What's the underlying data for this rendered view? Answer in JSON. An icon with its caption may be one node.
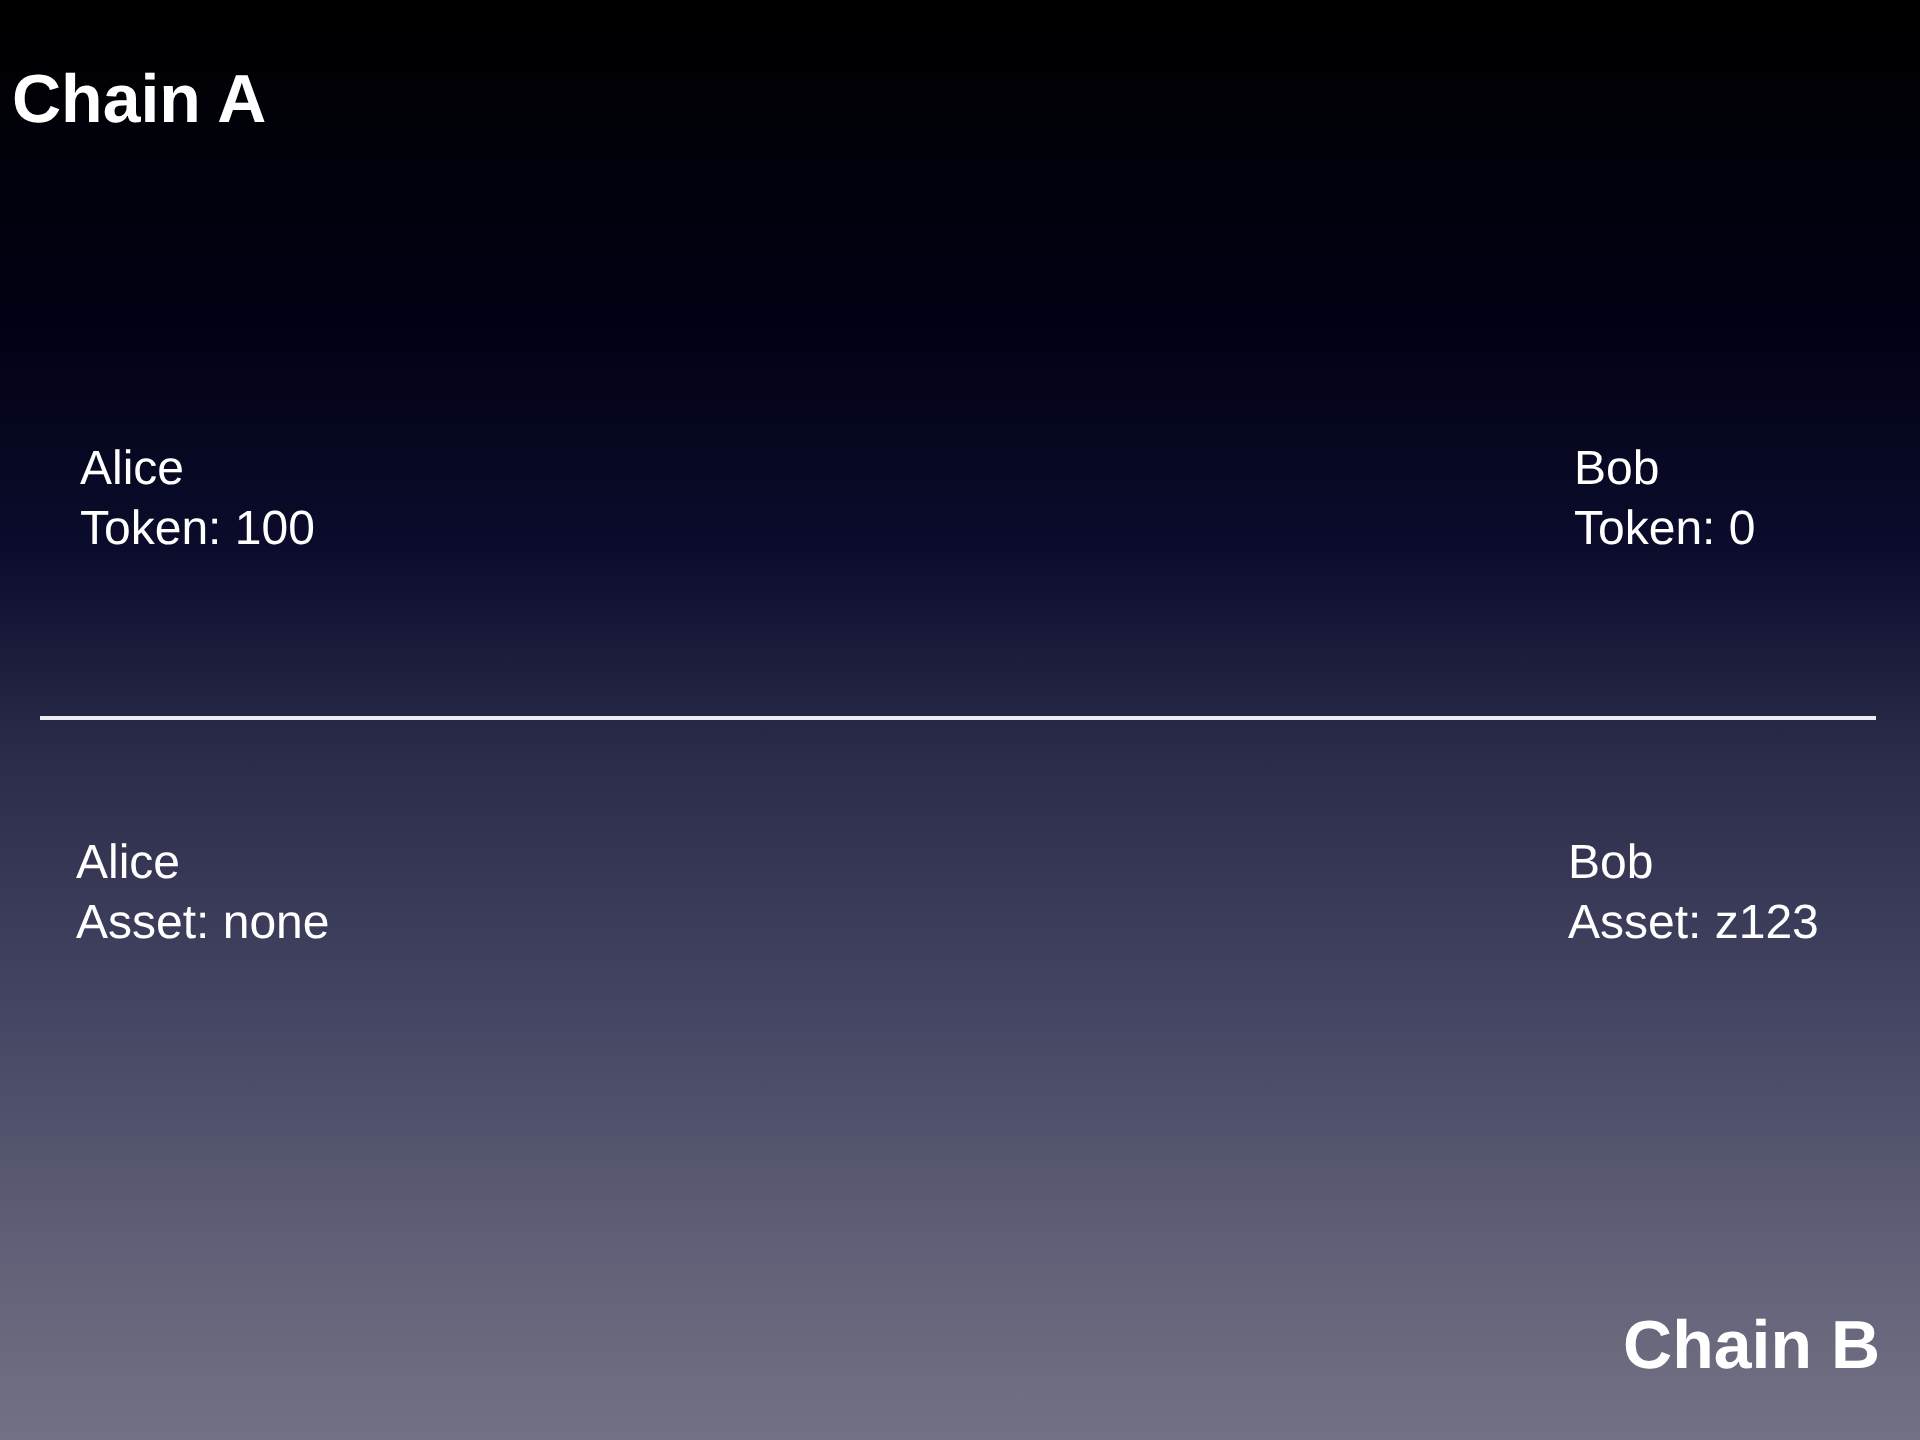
{
  "diagram": {
    "labels": [
      "Chain A",
      "Alice Token: 100",
      "Bob Token: 0",
      "Alice Asset: none",
      "Bob Asset: z123",
      "Chain B"
    ]
  }
}
